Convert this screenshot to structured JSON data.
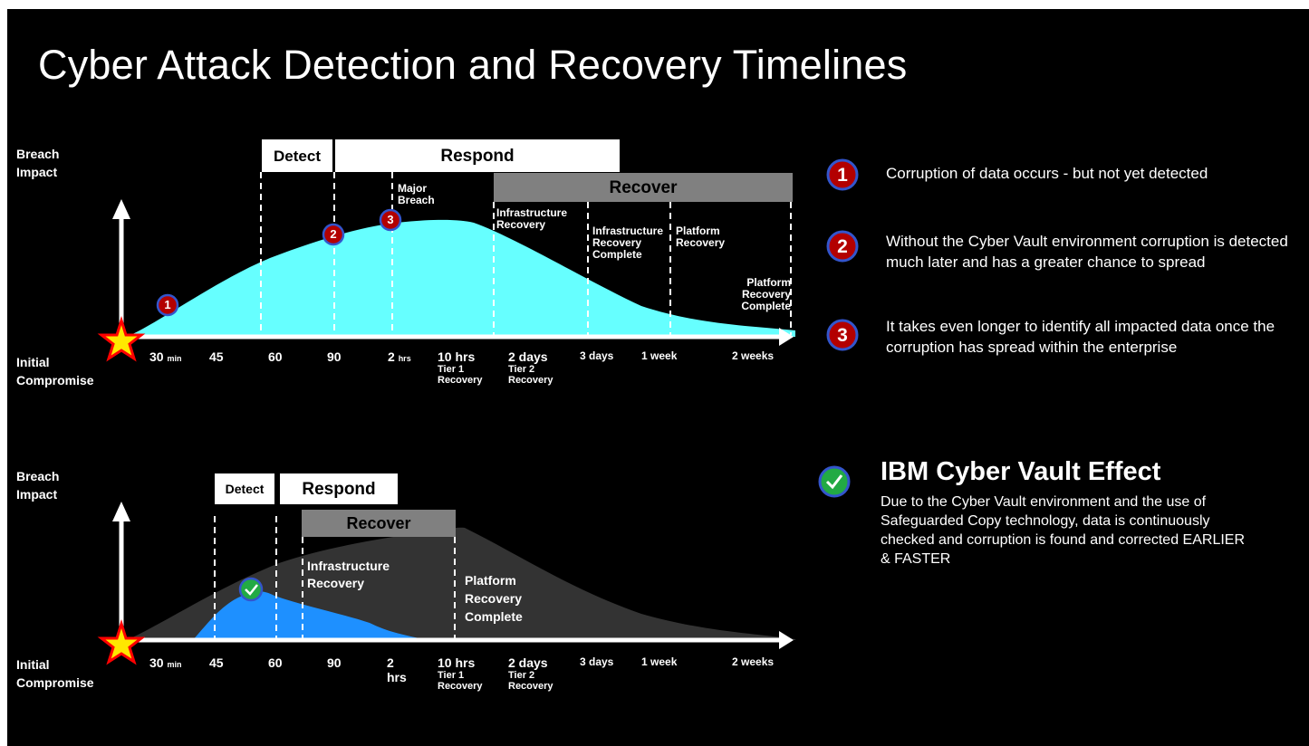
{
  "title": "Cyber Attack Detection and Recovery Timelines",
  "axis": {
    "y_label_line1": "Breach",
    "y_label_line2": "Impact",
    "origin_line1": "Initial",
    "origin_line2": "Compromise"
  },
  "top": {
    "ticks": [
      {
        "value": "30",
        "unit": "min",
        "sub1": "",
        "sub2": ""
      },
      {
        "value": "45",
        "unit": "",
        "sub1": "",
        "sub2": ""
      },
      {
        "value": "60",
        "unit": "",
        "sub1": "",
        "sub2": ""
      },
      {
        "value": "90",
        "unit": "",
        "sub1": "",
        "sub2": ""
      },
      {
        "value": "2",
        "unit": "hrs",
        "sub1": "",
        "sub2": ""
      },
      {
        "value": "10 hrs",
        "unit": "",
        "sub1": "Tier 1",
        "sub2": "Recovery"
      },
      {
        "value": "2 days",
        "unit": "",
        "sub1": "Tier 2",
        "sub2": "Recovery"
      },
      {
        "value": "3 days",
        "unit": "",
        "sub1": "",
        "sub2": ""
      },
      {
        "value": "1 week",
        "unit": "",
        "sub1": "",
        "sub2": ""
      },
      {
        "value": "2 weeks",
        "unit": "",
        "sub1": "",
        "sub2": ""
      }
    ],
    "phases": {
      "detect": "Detect",
      "respond": "Respond",
      "recover": "Recover"
    },
    "notes": {
      "major_breach_1": "Major",
      "major_breach_2": "Breach",
      "infra_recovery_1": "Infrastructure",
      "infra_recovery_2": "Recovery",
      "infra_complete_1": "Infrastructure",
      "infra_complete_2": "Recovery",
      "infra_complete_3": "Complete",
      "platform_recovery_1": "Platform",
      "platform_recovery_2": "Recovery",
      "platform_complete_1": "Platform",
      "platform_complete_2": "Recovery",
      "platform_complete_3": "Complete"
    },
    "markers": [
      "1",
      "2",
      "3"
    ]
  },
  "bottom": {
    "ticks": [
      {
        "value": "30",
        "unit": "min",
        "sub1": "",
        "sub2": ""
      },
      {
        "value": "45",
        "unit": "",
        "sub1": "",
        "sub2": ""
      },
      {
        "value": "60",
        "unit": "",
        "sub1": "",
        "sub2": ""
      },
      {
        "value": "90",
        "unit": "",
        "sub1": "",
        "sub2": ""
      },
      {
        "value": "2",
        "unit": "",
        "sub1": "hrs",
        "sub2": ""
      },
      {
        "value": "10 hrs",
        "unit": "",
        "sub1": "Tier 1",
        "sub2": "Recovery"
      },
      {
        "value": "2 days",
        "unit": "",
        "sub1": "Tier 2",
        "sub2": "Recovery"
      },
      {
        "value": "3 days",
        "unit": "",
        "sub1": "",
        "sub2": ""
      },
      {
        "value": "1 week",
        "unit": "",
        "sub1": "",
        "sub2": ""
      },
      {
        "value": "2 weeks",
        "unit": "",
        "sub1": "",
        "sub2": ""
      }
    ],
    "phases": {
      "detect": "Detect",
      "respond": "Respond",
      "recover": "Recover"
    },
    "notes": {
      "infra_recovery_1": "Infrastructure",
      "infra_recovery_2": "Recovery",
      "platform_complete_1": "Platform",
      "platform_complete_2": "Recovery",
      "platform_complete_3": "Complete"
    }
  },
  "legend": [
    {
      "marker": "1",
      "text": "Corruption of data occurs - but not yet detected"
    },
    {
      "marker": "2",
      "text": "Without the Cyber Vault environment corruption is detected much later and has a greater chance to spread"
    },
    {
      "marker": "3",
      "text": "It takes even longer to identify all impacted data once the corruption has spread within the enterprise"
    }
  ],
  "effect": {
    "icon": "check-icon",
    "heading": "IBM Cyber Vault Effect",
    "body": "Due to the Cyber Vault environment and the use of Safeguarded Copy technology, data is continuously checked and corruption is found and corrected EARLIER & FASTER"
  },
  "colors": {
    "background": "#000000",
    "top_area": "#66ffff",
    "bottom_area_dark": "#333333",
    "bottom_area_blue": "#1e90ff",
    "marker_red": "#b30000",
    "marker_ring": "#3355cc",
    "check_green": "#22aa44",
    "recover_box": "#808080"
  }
}
